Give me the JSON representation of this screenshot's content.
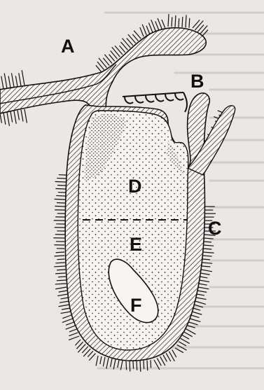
{
  "labels": {
    "a": "A",
    "b": "B",
    "c": "C",
    "d": "D",
    "e": "E",
    "f": "F"
  },
  "colors": {
    "paper": "#e9e8e6",
    "ink": "#111111",
    "wall_fill": "#f7f6f3"
  }
}
